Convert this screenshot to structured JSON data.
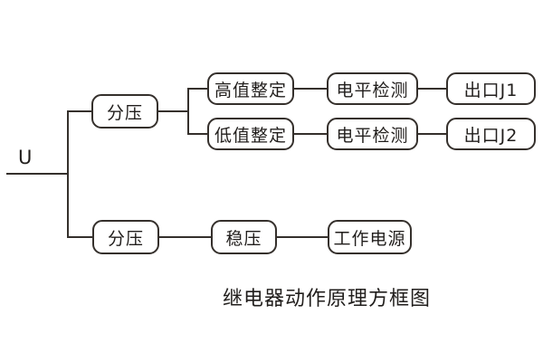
{
  "diagram": {
    "input_label": "U",
    "caption": "继电器动作原理方框图",
    "nodes": {
      "divider_top": "分压",
      "high_setting": "高值整定",
      "low_setting": "低值整定",
      "level_detect_1": "电平检测",
      "level_detect_2": "电平检测",
      "outlet_j1": "出口J1",
      "outlet_j2": "出口J2",
      "divider_bottom": "分压",
      "regulator": "稳压",
      "working_power": "工作电源"
    },
    "colors": {
      "line": "#35302c",
      "text": "#211e1c",
      "background": "#ffffff"
    }
  }
}
